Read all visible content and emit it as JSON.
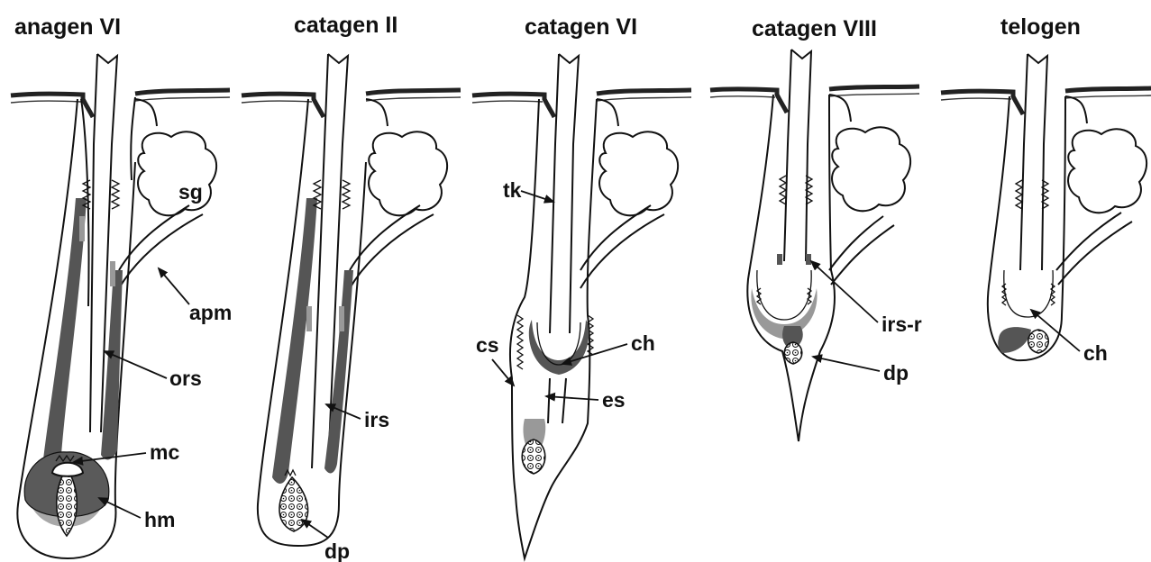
{
  "stages": [
    {
      "key": "anagen_vi",
      "title": "anagen VI"
    },
    {
      "key": "catagen_ii",
      "title": "catagen II"
    },
    {
      "key": "catagen_vi",
      "title": "catagen VI"
    },
    {
      "key": "catagen_viii",
      "title": "catagen VIII"
    },
    {
      "key": "telogen",
      "title": "telogen"
    }
  ],
  "labels": {
    "sg": "sg",
    "apm": "apm",
    "ors": "ors",
    "mc": "mc",
    "hm": "hm",
    "irs": "irs",
    "dp": "dp",
    "tk": "tk",
    "cs": "cs",
    "ch": "ch",
    "es": "es",
    "irs_r": "irs-r"
  },
  "colors": {
    "line": "#111111",
    "dark_gray": "#555555",
    "light_gray": "#a8a8a8",
    "background": "#ffffff"
  }
}
